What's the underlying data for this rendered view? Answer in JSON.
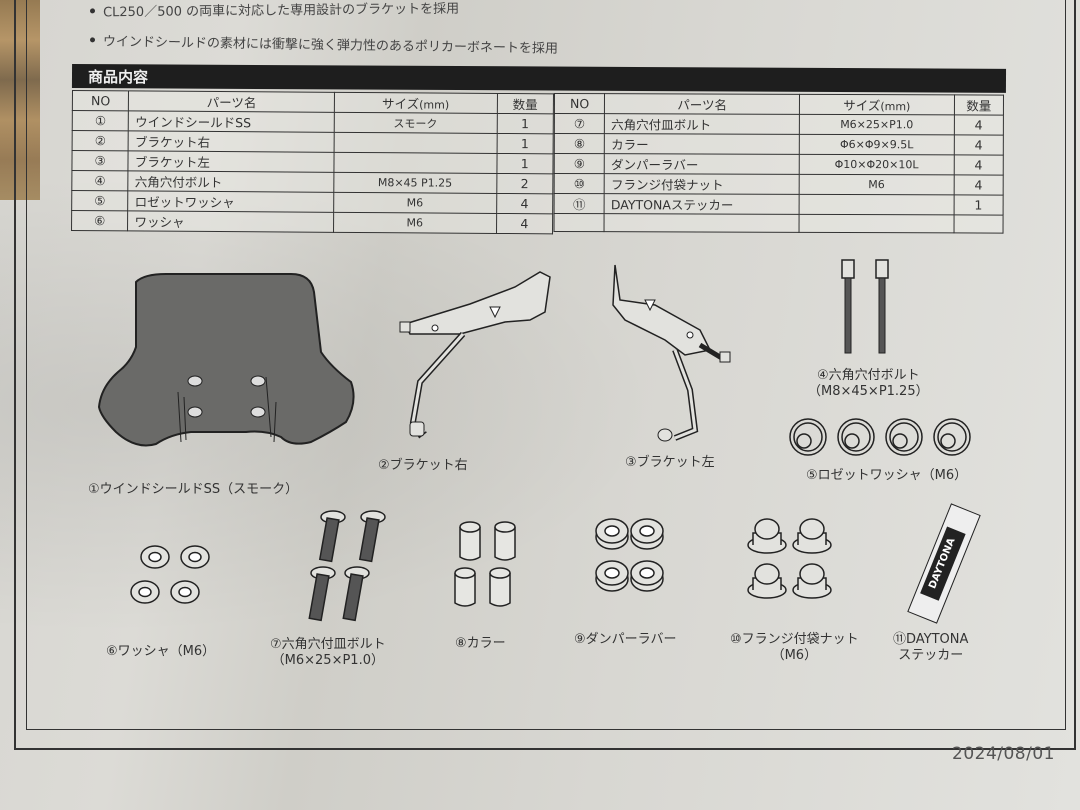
{
  "document": {
    "bullets": [
      "CL250／500 の両車に対応した専用設計のブラケットを採用",
      "ウインドシールドの素材には衝撃に強く弾力性のあるポリカーボネートを採用"
    ],
    "section_title": "商品内容",
    "table_headers": {
      "no": "NO",
      "part_name": "パーツ名",
      "size": "サイズ",
      "size_unit": "(mm)",
      "qty": "数量"
    },
    "parts_left": [
      {
        "no": "①",
        "name": "ウインドシールドSS",
        "size": "スモーク",
        "qty": "1"
      },
      {
        "no": "②",
        "name": "ブラケット右",
        "size": "",
        "qty": "1"
      },
      {
        "no": "③",
        "name": "ブラケット左",
        "size": "",
        "qty": "1"
      },
      {
        "no": "④",
        "name": "六角穴付ボルト",
        "size": "M8×45 P1.25",
        "qty": "2"
      },
      {
        "no": "⑤",
        "name": "ロゼットワッシャ",
        "size": "M6",
        "qty": "4"
      },
      {
        "no": "⑥",
        "name": "ワッシャ",
        "size": "M6",
        "qty": "4"
      }
    ],
    "parts_right": [
      {
        "no": "⑦",
        "name": "六角穴付皿ボルト",
        "size": "M6×25×P1.0",
        "qty": "4"
      },
      {
        "no": "⑧",
        "name": "カラー",
        "size": "Φ6×Φ9×9.5L",
        "qty": "4"
      },
      {
        "no": "⑨",
        "name": "ダンパーラバー",
        "size": "Φ10×Φ20×10L",
        "qty": "4"
      },
      {
        "no": "⑩",
        "name": "フランジ付袋ナット",
        "size": "M6",
        "qty": "4"
      },
      {
        "no": "⑪",
        "name": "DAYTONAステッカー",
        "size": "",
        "qty": "1"
      },
      {
        "no": "",
        "name": "",
        "size": "",
        "qty": ""
      }
    ],
    "captions": {
      "windshield": "①ウインドシールドSS（スモーク）",
      "bracket_right": "②ブラケット右",
      "bracket_left": "③ブラケット左",
      "bolt_line1": "④六角穴付ボルト",
      "bolt_line2": "（M8×45×P1.25）",
      "rosette": "⑤ロゼットワッシャ（M6）",
      "washer": "⑥ワッシャ（M6）",
      "flat_bolt_line1": "⑦六角穴付皿ボルト",
      "flat_bolt_line2": "（M6×25×P1.0）",
      "collar": "⑧カラー",
      "damper": "⑨ダンパーラバー",
      "nut_line1": "⑩フランジ付袋ナット",
      "nut_line2": "（M6）",
      "sticker_line1": "⑪DAYTONA",
      "sticker_line2": "ステッカー"
    },
    "sticker_text": "DAYTONA",
    "date": "2024/08/01"
  }
}
